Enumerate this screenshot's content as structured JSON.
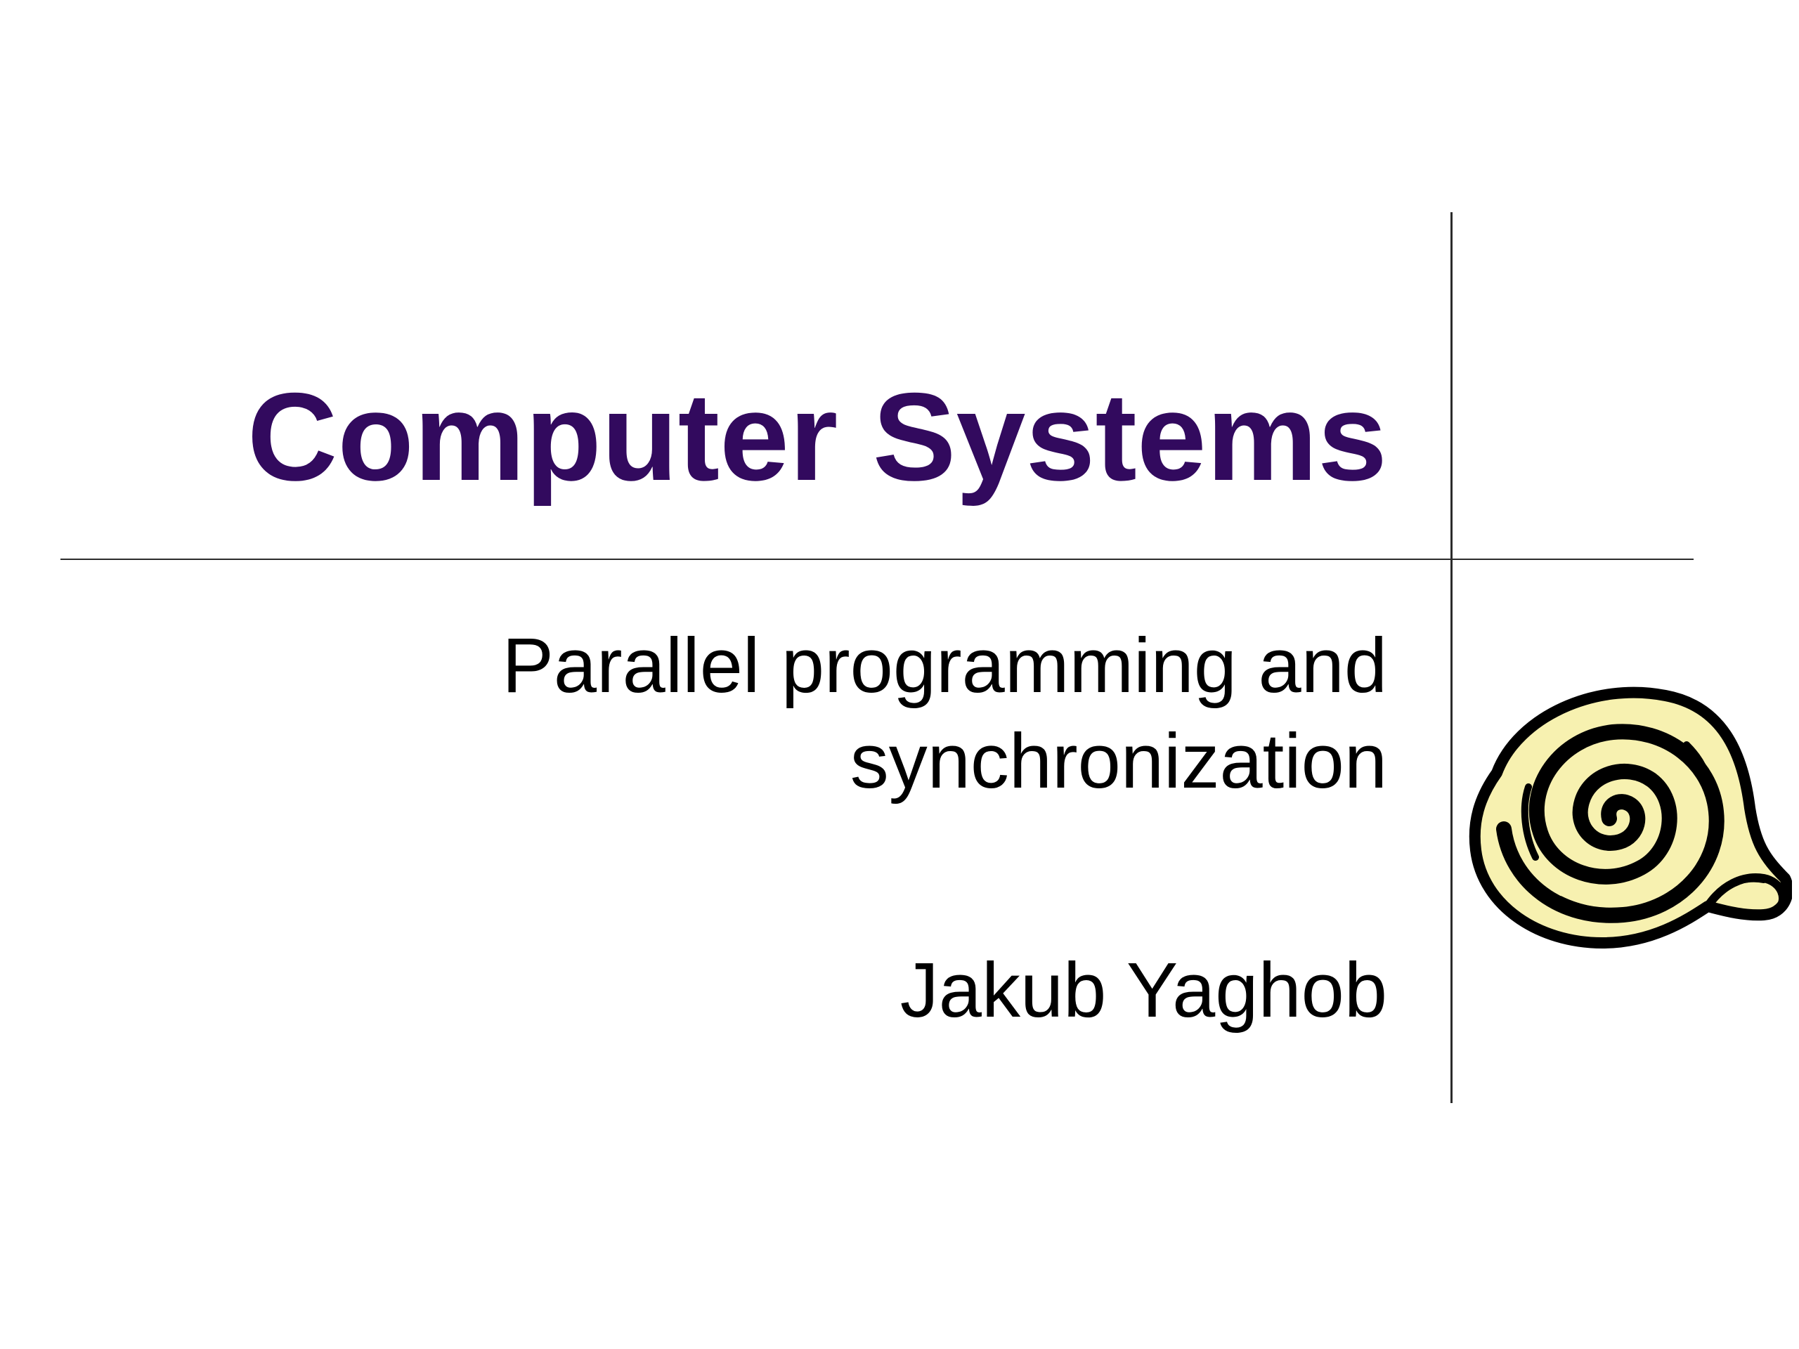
{
  "slide": {
    "title": "Computer Systems",
    "subtitle_lines": [
      "Parallel programming and",
      "synchronization"
    ],
    "author": "Jakub Yaghob"
  },
  "colors": {
    "title": "#320a5e",
    "text": "#000000",
    "rules": "#2b2b2b",
    "clipart_fill": "#f7f1b0"
  },
  "clipart": {
    "icon": "rolled-scroll-icon"
  }
}
